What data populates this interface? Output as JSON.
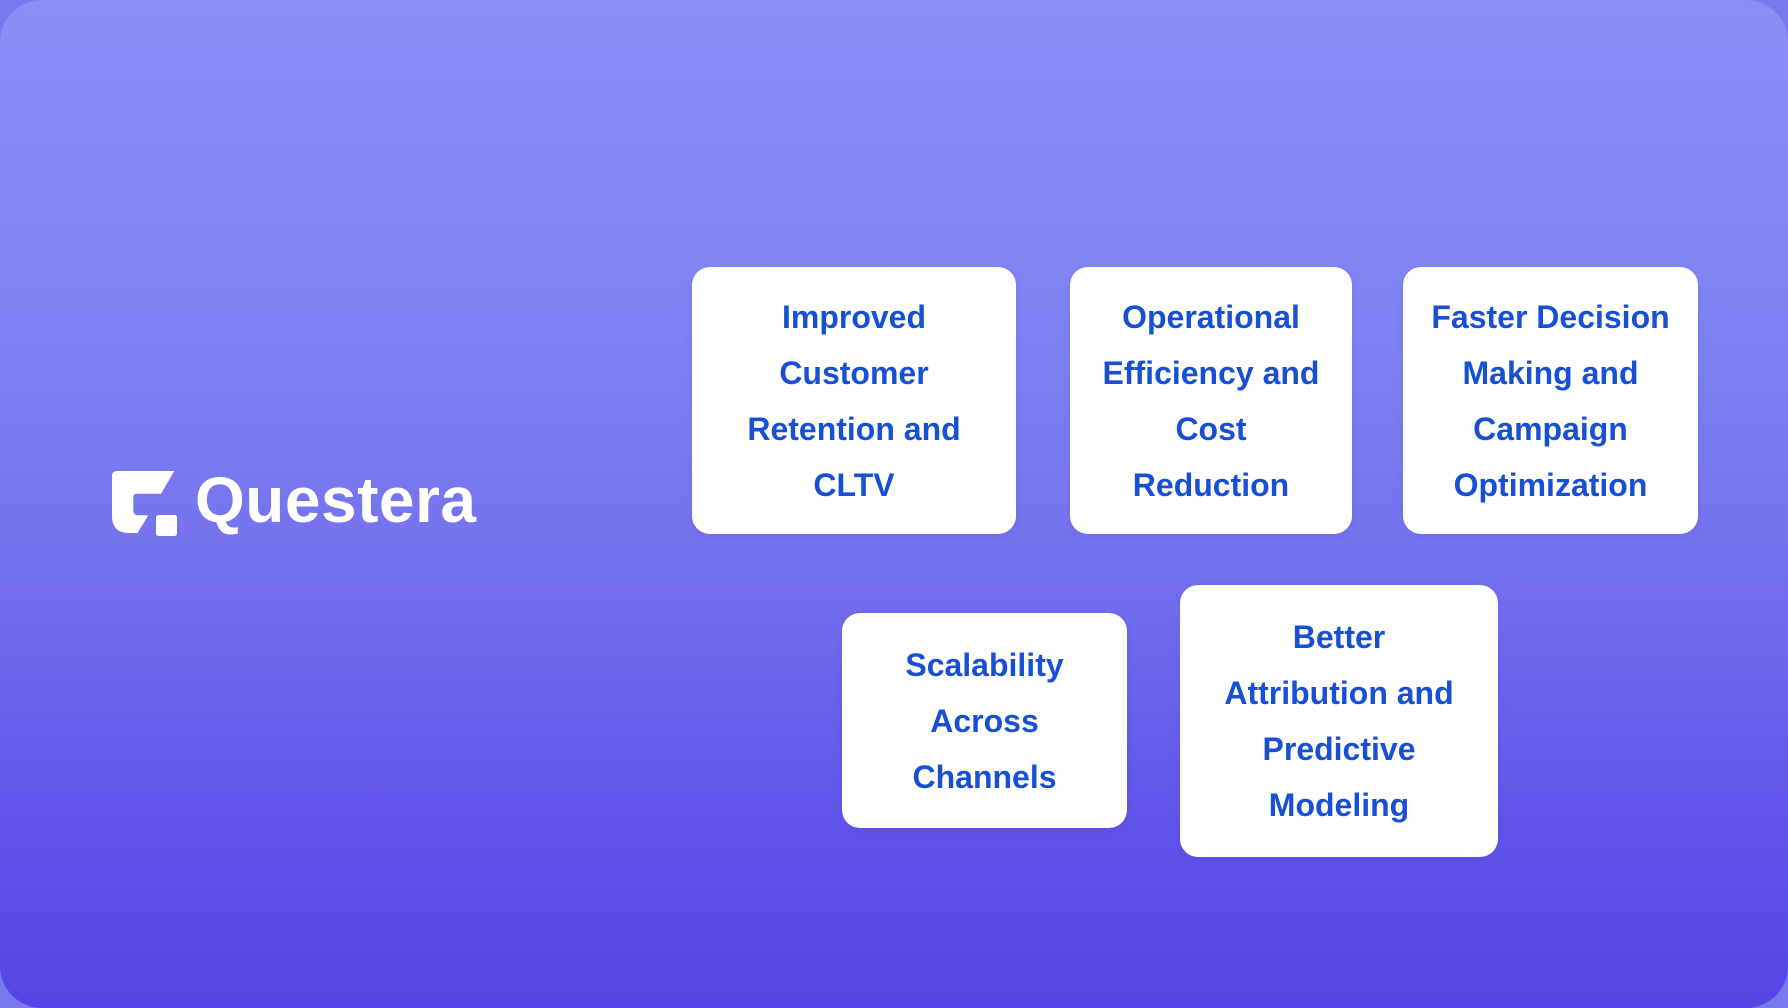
{
  "brand": {
    "name": "Questera",
    "logo_icon": "questera-logomark"
  },
  "cards": [
    {
      "lines": [
        "Improved",
        "Customer",
        "Retention and",
        "CLTV"
      ]
    },
    {
      "lines": [
        "Operational",
        "Efficiency and",
        "Cost",
        "Reduction"
      ]
    },
    {
      "lines": [
        "Faster Decision",
        "Making and",
        "Campaign",
        "Optimization"
      ]
    },
    {
      "lines": [
        "Scalability",
        "Across",
        "Channels"
      ]
    },
    {
      "lines": [
        "Better",
        "Attribution and",
        "Predictive",
        "Modeling"
      ]
    }
  ],
  "colors": {
    "outer_bg": "#7779ec",
    "grad_top": "#8b8ef7",
    "grad_bottom": "#5446e4",
    "card_bg": "#ffffff",
    "card_text": "#1750d4",
    "logo_color": "#ffffff"
  }
}
